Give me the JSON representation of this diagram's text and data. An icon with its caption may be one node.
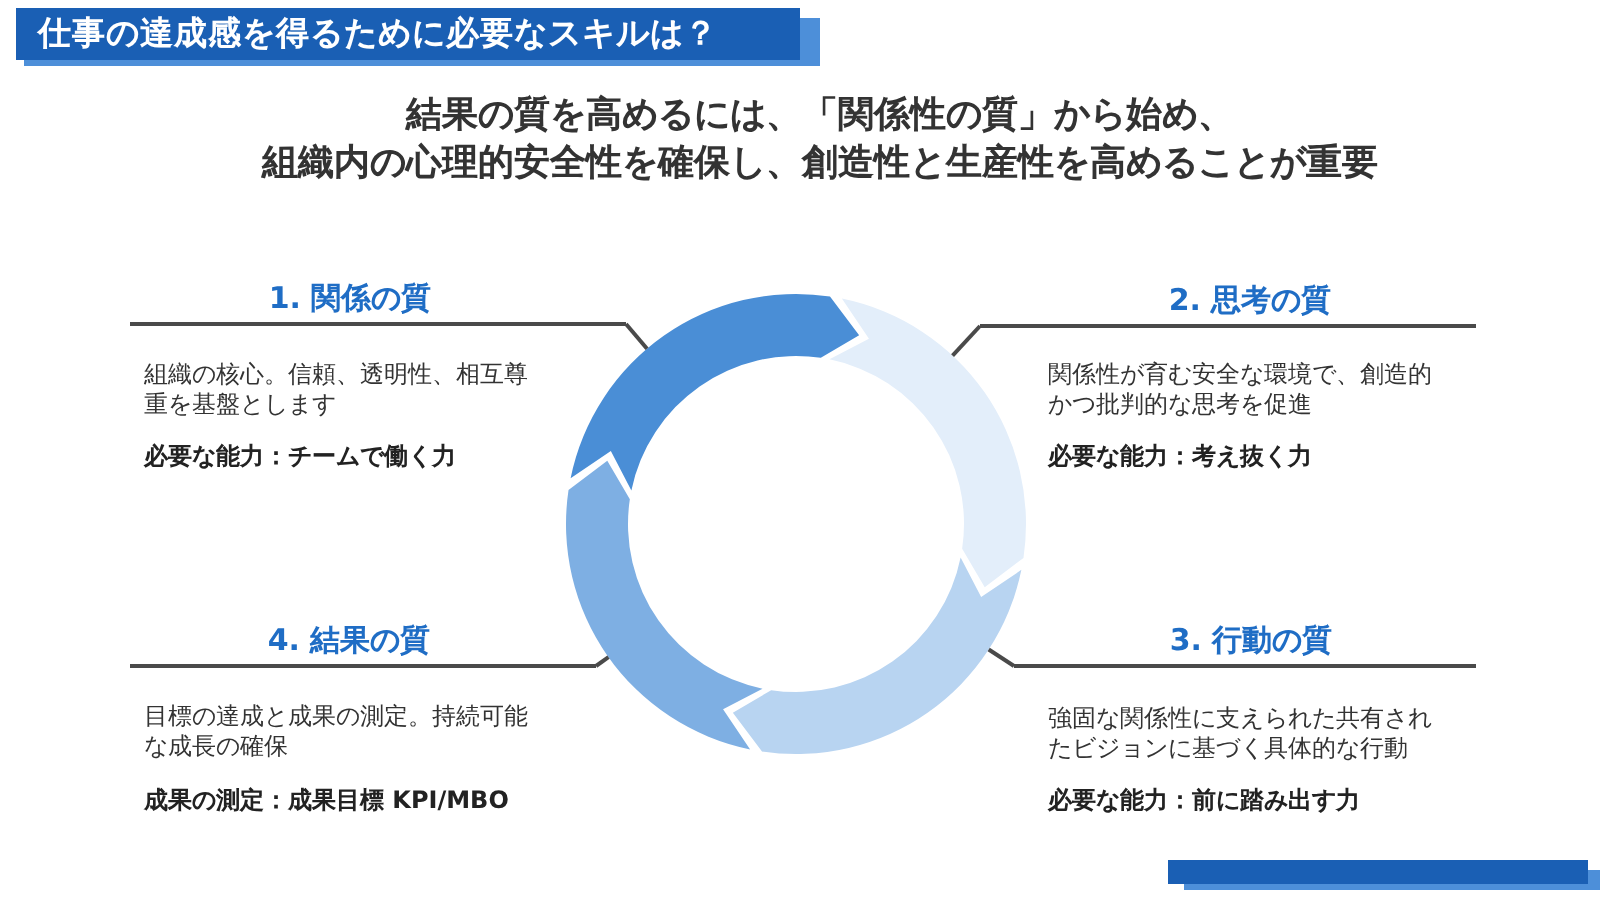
{
  "diagram": {
    "title": "仕事の達成感を得るために必要なスキルは？",
    "nodes": [
      {
        "text": [
          "1. 関係の質"
        ],
        "beside": [
          "組織の核心。信頼、透明性、相互尊重を基盤とします",
          "必要な能力：チームで働く力"
        ]
      },
      {
        "text": [
          "2. 思考の質"
        ],
        "beside": [
          "関係性が育む安全な環境で、創造的かつ批判的な思考を促進",
          "必要な能力：考え抜く力"
        ]
      },
      {
        "text": [
          "3. 行動の質"
        ],
        "beside": [
          "強固な関係性に支えられた共有されたビジョンに基づく具体的な行動",
          "必要な能力：前に踏み出す力"
        ]
      },
      {
        "text": [
          "4. 結果の質"
        ],
        "beside": [
          "目標の達成と成果の測定。持続可能な成長の確保",
          "成果の測定：成果目標 KPI/MBO"
        ]
      },
      {
        "text": [],
        "shape": "arrow"
      },
      {
        "text": [],
        "shape": "arrow"
      },
      {
        "text": [],
        "shape": "arrow"
      },
      {
        "text": [],
        "shape": "arrow"
      }
    ],
    "edges": [
      {
        "from": 0,
        "to": 4,
        "arrow": "none"
      },
      {
        "from": 1,
        "to": 5,
        "arrow": "none"
      },
      {
        "from": 2,
        "to": 6,
        "arrow": "none"
      },
      {
        "from": 3,
        "to": 7,
        "arrow": "none"
      }
    ],
    "labels": [
      "結果の質を高めるには、「関係性の質」から始め、",
      "組織内の心理的安全性を確保し、創造性と生産性を高めることが重要"
    ]
  }
}
